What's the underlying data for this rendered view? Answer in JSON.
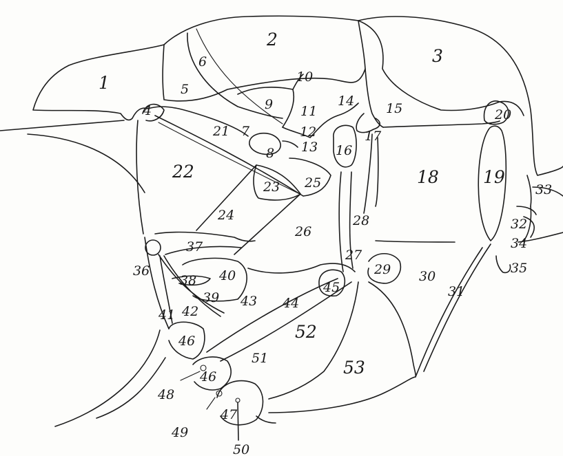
{
  "figure": {
    "labels": [
      "1",
      "2",
      "3",
      "4",
      "5",
      "6",
      "7",
      "8",
      "9",
      "10",
      "11",
      "12",
      "13",
      "14",
      "15",
      "16",
      "17",
      "18",
      "19",
      "20",
      "21",
      "22",
      "23",
      "24",
      "25",
      "26",
      "27",
      "28",
      "29",
      "30",
      "31",
      "32",
      "33",
      "34",
      "35",
      "36",
      "37",
      "38",
      "39",
      "40",
      "41",
      "42",
      "43",
      "44",
      "45",
      "46",
      "46",
      "47",
      "48",
      "49",
      "50",
      "51",
      "52",
      "53"
    ]
  }
}
